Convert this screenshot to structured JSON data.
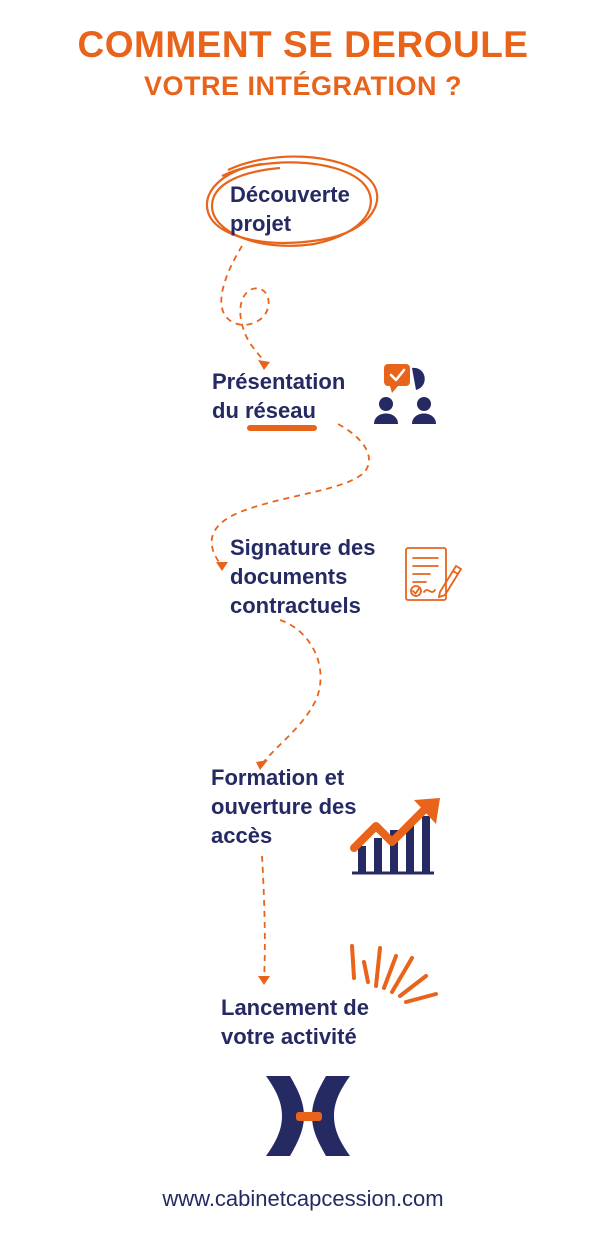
{
  "header": {
    "title_line1": "COMMENT SE DEROULE",
    "title_line2": "VOTRE INTÉGRATION ?"
  },
  "steps": [
    {
      "label": "Découverte\nprojet",
      "icon": "circle-scribble"
    },
    {
      "label": "Présentation\ndu réseau",
      "icon": "people-chat-icon"
    },
    {
      "label": "Signature des\ndocuments\ncontractuels",
      "icon": "contract-signature-icon"
    },
    {
      "label": "Formation et\nouverture des\naccès",
      "icon": "growth-chart-icon"
    },
    {
      "label": "Lancement de\nvotre activité",
      "icon": "sparkle-burst-icon"
    }
  ],
  "footer": {
    "logo": "cap-cession-logo",
    "website": "www.cabinetcapcession.com"
  },
  "colors": {
    "orange": "#e8641b",
    "navy": "#252a63"
  }
}
